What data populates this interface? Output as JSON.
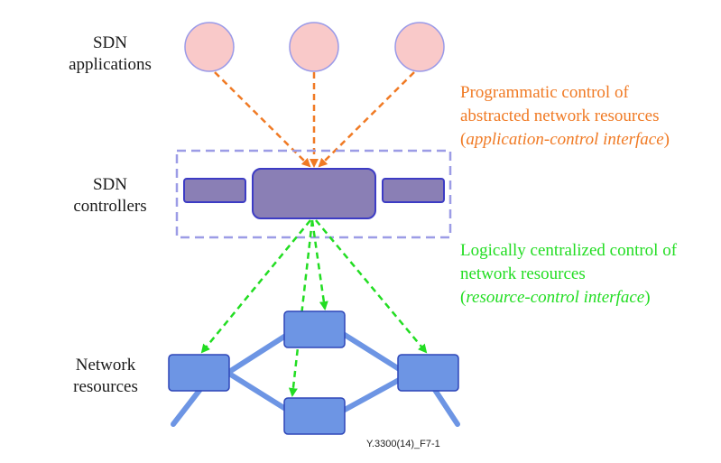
{
  "labels": {
    "apps_line1": "SDN",
    "apps_line2": "applications",
    "ctrl_line1": "SDN",
    "ctrl_line2": "controllers",
    "res_line1": "Network",
    "res_line2": "resources"
  },
  "annotations": {
    "top": {
      "line1": "Programmatic control of",
      "line2": "abstracted network resources",
      "line3_open": "(",
      "line3_italic": "application-control interface",
      "line3_close": ")"
    },
    "bottom": {
      "line1": "Logically centralized control of",
      "line2": "network resources",
      "line3_open": "(",
      "line3_italic": "resource-control interface",
      "line3_close": ")"
    }
  },
  "caption": "Y.3300(14)_F7-1",
  "colors": {
    "app_fill": "#f9c9c9",
    "app_stroke": "#9a9ae8",
    "controller_fill": "#8a7fb5",
    "controller_stroke": "#3d3cc4",
    "controller_box": "#9c9ce6",
    "resource_fill": "#6d95e4",
    "resource_stroke": "#2e46b8",
    "link": "#6d95e4",
    "top_arrow": "#f07a24",
    "bottom_arrow": "#22dd22",
    "top_text": "#f07a24",
    "bottom_text": "#22dd22"
  }
}
